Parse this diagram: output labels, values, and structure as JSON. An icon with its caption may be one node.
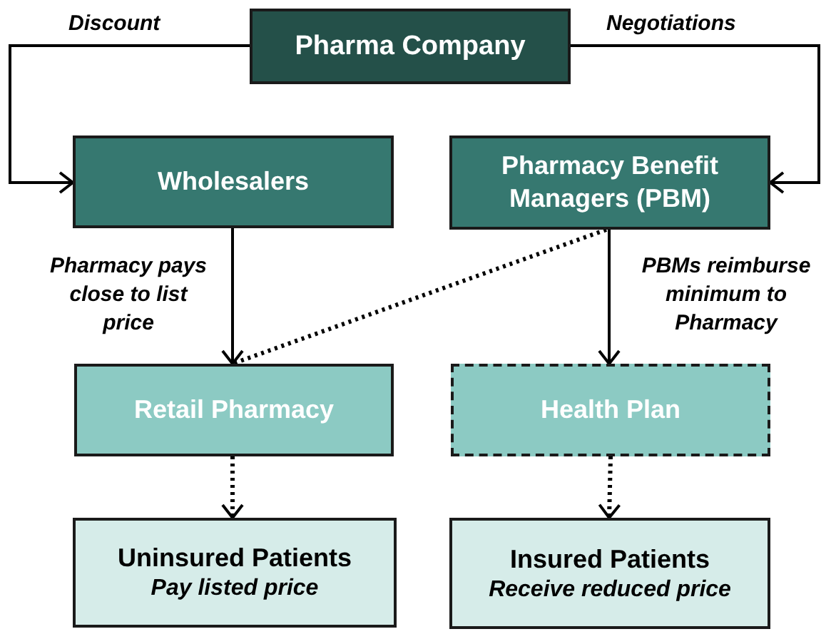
{
  "diagram": {
    "nodes": [
      {
        "text": [
          "Pharma Company"
        ]
      },
      {
        "text": [
          "Wholesalers"
        ]
      },
      {
        "text": [
          "Pharmacy Benefit Managers (PBM)"
        ]
      },
      {
        "text": [
          "Retail Pharmacy"
        ]
      },
      {
        "text": [
          "Health Plan"
        ]
      },
      {
        "text": [
          "Uninsured Patients",
          "Pay listed price"
        ]
      },
      {
        "text": [
          "Insured Patients",
          "Receive reduced price"
        ]
      }
    ],
    "edges": [
      {
        "from": 0,
        "to": 1,
        "arrow": "to",
        "label": "Discount"
      },
      {
        "from": 0,
        "to": 2,
        "arrow": "to",
        "label": "Negotiations"
      },
      {
        "from": 1,
        "to": 3,
        "arrow": "to",
        "label": "Pharmacy pays close to list price"
      },
      {
        "from": 2,
        "to": 3,
        "arrow": "none",
        "style": "dashed"
      },
      {
        "from": 2,
        "to": 4,
        "arrow": "to",
        "label": "PBMs reimburse minimum to Pharmacy"
      },
      {
        "from": 3,
        "to": 5,
        "arrow": "to",
        "style": "dashed"
      },
      {
        "from": 4,
        "to": 6,
        "arrow": "to",
        "style": "dashed"
      }
    ]
  }
}
